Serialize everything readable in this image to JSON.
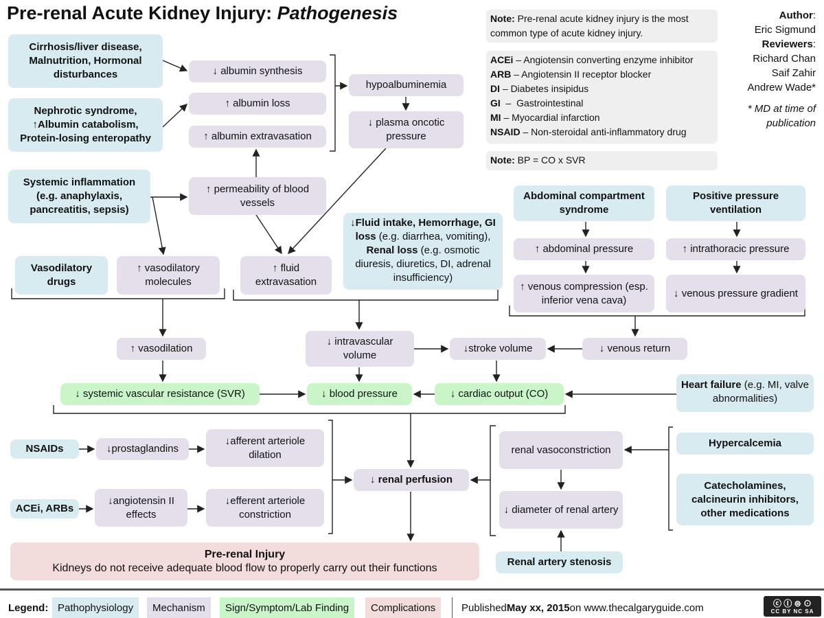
{
  "title": {
    "main": "Pre-renal Acute Kidney Injury: ",
    "italic": "Pathogenesis"
  },
  "notes": {
    "note1_label": "Note:",
    "note1_text": " Pre-renal acute kidney injury is the most common type of acute kidney injury.",
    "abbreviations": [
      {
        "abbr": "ACEi",
        "def": " – Angiotensin converting enzyme inhibitor"
      },
      {
        "abbr": "ARB",
        "def": " – Angiotensin II receptor blocker"
      },
      {
        "abbr": "DI",
        "def": " – Diabetes insipidus"
      },
      {
        "abbr": "GI",
        "def": "  –  Gastrointestinal"
      },
      {
        "abbr": "MI",
        "def": " – Myocardial infarction"
      },
      {
        "abbr": "NSAID",
        "def": " – Non-steroidal anti-inflammatory drug"
      }
    ],
    "note2_label": "Note:",
    "note2_text": " BP = CO x SVR"
  },
  "credits": {
    "author_label": "Author",
    "author": "Eric Sigmund",
    "reviewers_label": "Reviewers",
    "reviewers": [
      "Richard Chan",
      "Saif Zahir",
      "Andrew Wade*"
    ],
    "footnote": "* MD at time of publication"
  },
  "nodes": {
    "cirrhosis": "Cirrhosis/liver disease, Malnutrition, Hormonal disturbances",
    "nephrotic": "Nephrotic syndrome, ↑Albumin catabolism, Protein-losing enteropathy",
    "systemic": "Systemic inflammation (e.g. anaphylaxis, pancreatitis, sepsis)",
    "alb_synth": "↓ albumin synthesis",
    "alb_loss": "↑ albumin loss",
    "alb_extrav": "↑ albumin extravasation",
    "hypoalb": "hypoalbuminemia",
    "oncotic": "↓ plasma oncotic pressure",
    "permeability": "↑ permeability of blood vessels",
    "vasodil_drugs": "Vasodilatory drugs",
    "vasodil_mol": "↑ vasodilatory molecules",
    "fluid_extrav": "↑ fluid extravasation",
    "fluid_loss": [
      {
        "t": "↓Fluid intake, Hemorrhage, GI loss",
        "b": true
      },
      {
        "t": " (e.g. diarrhea, vomiting), ",
        "b": false
      },
      {
        "t": "Renal loss",
        "b": true
      },
      {
        "t": " (e.g. osmotic diuresis, diuretics, DI, adrenal insufficiency)",
        "b": false
      }
    ],
    "abd_comp": "Abdominal compartment syndrome",
    "ppv": "Positive pressure ventilation",
    "abd_pressure": "↑ abdominal pressure",
    "thor_pressure": "↑ intrathoracic pressure",
    "venous_comp": "↑ venous compression (esp. inferior vena cava)",
    "venous_grad": "↓ venous pressure gradient",
    "vasodilation": "↑ vasodilation",
    "intravascular": "↓ intravascular volume",
    "stroke": "↓stroke volume",
    "venous_return": "↓ venous return",
    "svr": "↓ systemic vascular resistance (SVR)",
    "bp": "↓ blood pressure",
    "co": "↓ cardiac output (CO)",
    "hf_bold": "Heart failure",
    "hf_rest": " (e.g. MI, valve abnormalities)",
    "nsaids": "NSAIDs",
    "prostaglandins": "↓prostaglandins",
    "afferent": "↓afferent arteriole dilation",
    "acei": "ACEi, ARBs",
    "angiotensin": "↓angiotensin II effects",
    "efferent": "↓efferent arteriole constriction",
    "renal_perf": "↓ renal perfusion",
    "renal_vaso": "renal vasoconstriction",
    "diameter": "↓ diameter of renal artery",
    "stenosis": "Renal artery stenosis",
    "hypercalcemia": "Hypercalcemia",
    "catechol": "Catecholamines, calcineurin inhibitors, other medications",
    "injury_title": "Pre-renal Injury",
    "injury_text": "Kidneys do not receive adequate blood flow to properly carry out their functions"
  },
  "legend": {
    "label": "Legend:",
    "items": [
      {
        "label": "Pathophysiology",
        "color": "#d7ebf1"
      },
      {
        "label": "Mechanism",
        "color": "#e4dfeb"
      },
      {
        "label": "Sign/Symptom/Lab Finding",
        "color": "#c9f5c9"
      },
      {
        "label": "Complications",
        "color": "#f2dcdc"
      }
    ],
    "published_pre": "Published ",
    "published_date": "May xx, 2015",
    "published_post": " on www.thecalgaryguide.com",
    "license": "cc by nc sa"
  }
}
